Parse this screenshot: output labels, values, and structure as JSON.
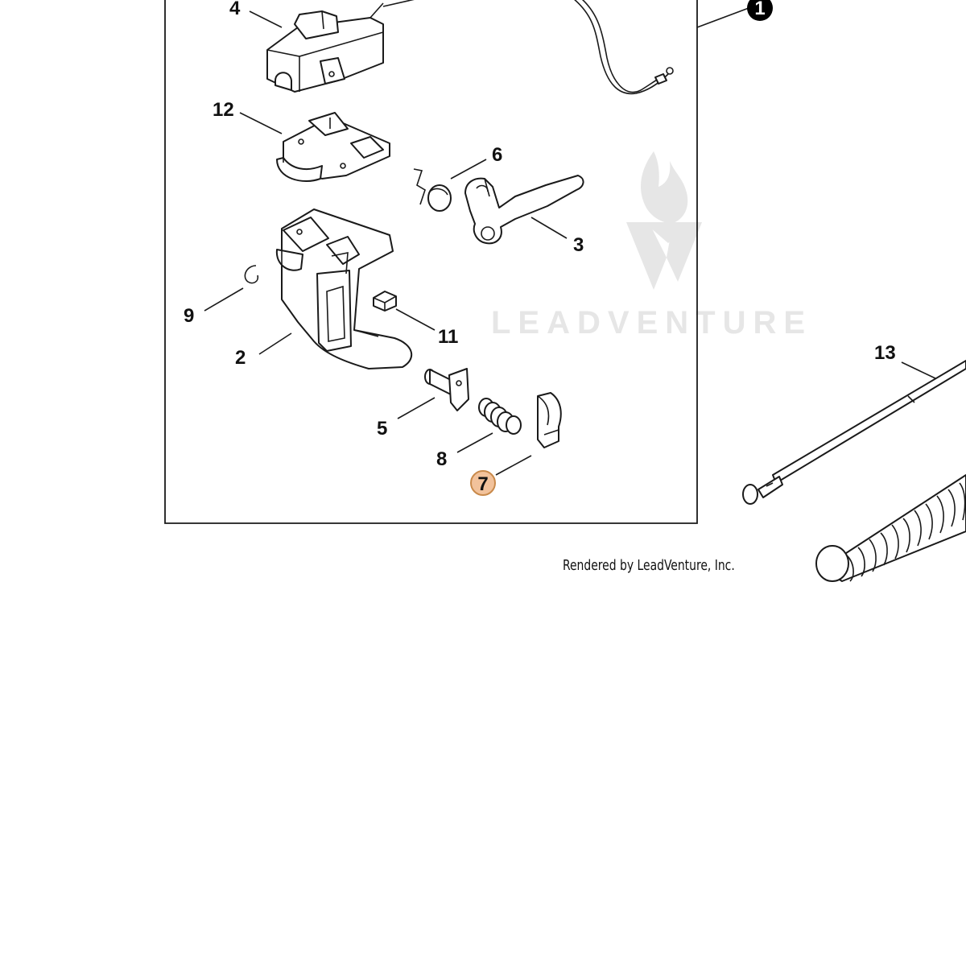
{
  "diagram": {
    "callouts": [
      {
        "id": "c4",
        "label": "4"
      },
      {
        "id": "c12",
        "label": "12"
      },
      {
        "id": "c6",
        "label": "6"
      },
      {
        "id": "c3",
        "label": "3"
      },
      {
        "id": "c9",
        "label": "9"
      },
      {
        "id": "c11",
        "label": "11"
      },
      {
        "id": "c2",
        "label": "2"
      },
      {
        "id": "c5",
        "label": "5"
      },
      {
        "id": "c8",
        "label": "8"
      },
      {
        "id": "c7",
        "label": "7"
      },
      {
        "id": "c1",
        "label": "1"
      },
      {
        "id": "c13",
        "label": "13"
      }
    ],
    "highlight_callout": "7",
    "highlight_color": "#f2c29b",
    "highlight_stroke": "#c98a4b",
    "section_marker_color": "#000000"
  },
  "watermark": {
    "text": "LEADVENTURE"
  },
  "footer": {
    "credit": "Rendered by LeadVenture, Inc."
  }
}
